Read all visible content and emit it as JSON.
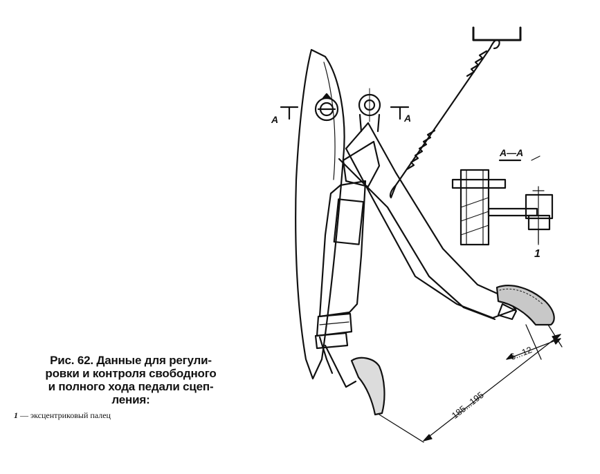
{
  "caption": {
    "line1": "Рис. 62. Данные для регули-",
    "line2": "ровки и контроля свободного",
    "line3": "и полного хода педали сцеп-",
    "line4": "ления:",
    "legend_number": "1",
    "legend_text": "— эксцентриковый палец"
  },
  "labels": {
    "section_left": "А",
    "section_right": "А",
    "section_title": "А—А",
    "part_number": "1",
    "dim_small": "6...12",
    "dim_large": "185...195"
  }
}
